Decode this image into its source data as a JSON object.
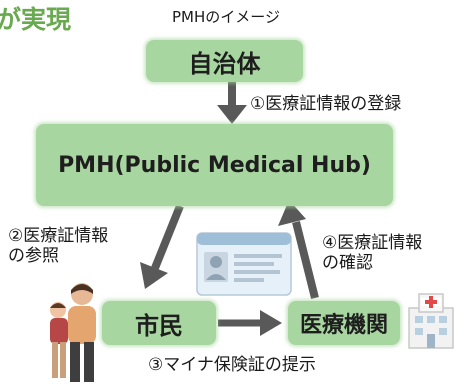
{
  "header": {
    "headline": "が実現",
    "caption": "PMHのイメージ"
  },
  "nodes": {
    "municipality": "自治体",
    "pmh": "PMH(Public Medical Hub)",
    "citizen": "市民",
    "medical": "医療機関"
  },
  "steps": {
    "register": "①医療証情報の登録",
    "reference_l1": "②医療証情報",
    "reference_l2": "の参照",
    "present": "③マイナ保険証の提示",
    "confirm_l1": "④医療証情報",
    "confirm_l2": "の確認"
  },
  "colors": {
    "box_fill": "#a8d6a0",
    "arrow": "#595959",
    "headline": "#69a94f"
  }
}
